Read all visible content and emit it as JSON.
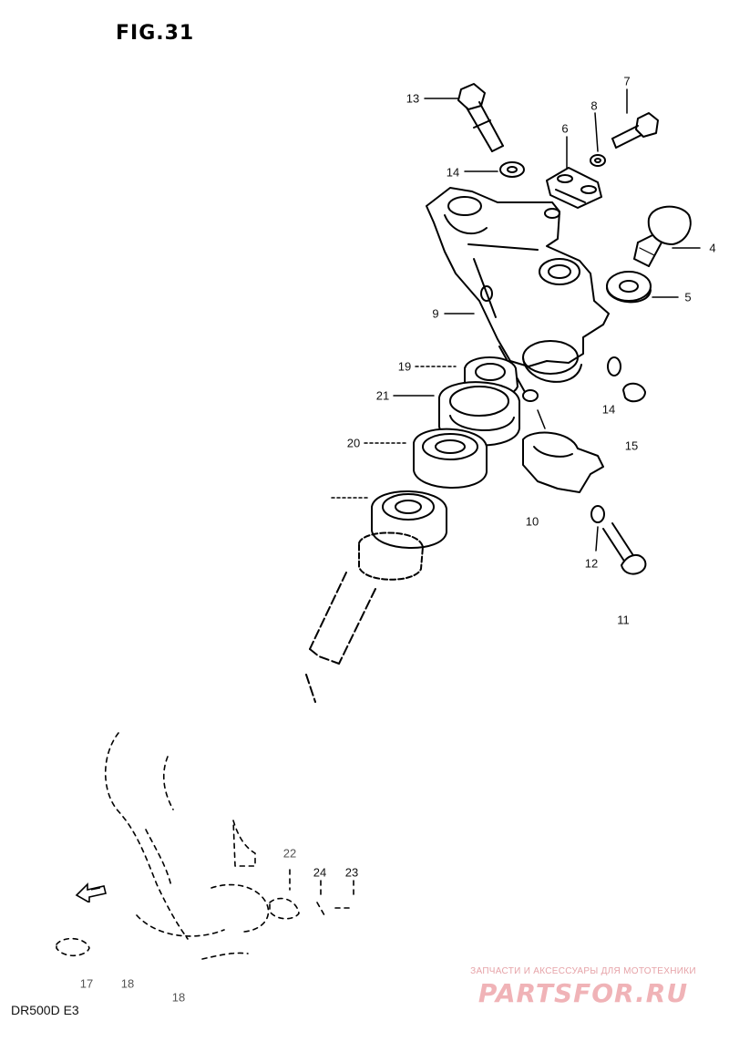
{
  "figure": {
    "title": "FIG.31",
    "model_code": "DR500D E3"
  },
  "callouts": {
    "c13": "13",
    "c7": "7",
    "c8": "8",
    "c6": "6",
    "c14a": "14",
    "c4": "4",
    "c5": "5",
    "c9": "9",
    "c19": "19",
    "c21": "21",
    "c14b": "14",
    "c15": "15",
    "c20": "20",
    "c10": "10",
    "c12": "12",
    "c11": "11",
    "c22": "22",
    "c24": "24",
    "c23": "23",
    "c17": "17",
    "c18a": "18",
    "c18b": "18"
  },
  "watermark": {
    "tagline": "ЗАПЧАСТИ И АКСЕССУАРЫ ДЛЯ МОТОТЕХНИКИ",
    "brand": "PARTSFOR.RU",
    "color": "#f0b3b7"
  },
  "icons": {
    "direction_arrow": "front-direction-arrow-icon"
  }
}
